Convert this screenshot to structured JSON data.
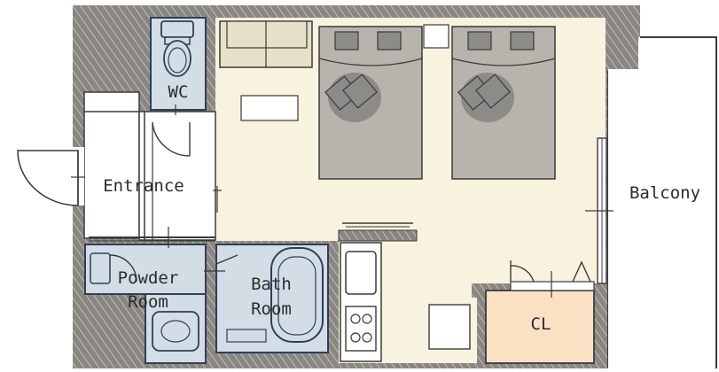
{
  "labels": {
    "wc": "WC",
    "entrance": "Entrance",
    "powder_room_1": "Powder",
    "powder_room_2": "Room",
    "bath_room_1": "Bath",
    "bath_room_2": "Room",
    "balcony": "Balcony",
    "closet": "CL"
  },
  "colors": {
    "wall": "#7d7a76",
    "floor": "#f7f3df",
    "wet_area": "#d3dde6",
    "wet_area_edge": "#2f3f55",
    "bed": "#b6b4ad",
    "pillow": "#8d8b87",
    "sofa": "#e6e1c6",
    "closet": "#fbe1c4",
    "line": "#3a3a3a"
  },
  "icons": [
    "double-bed-icon",
    "toilet-icon",
    "bathtub-icon",
    "sink-icon",
    "stove-icon",
    "sofa-icon",
    "door-swing-icon"
  ]
}
